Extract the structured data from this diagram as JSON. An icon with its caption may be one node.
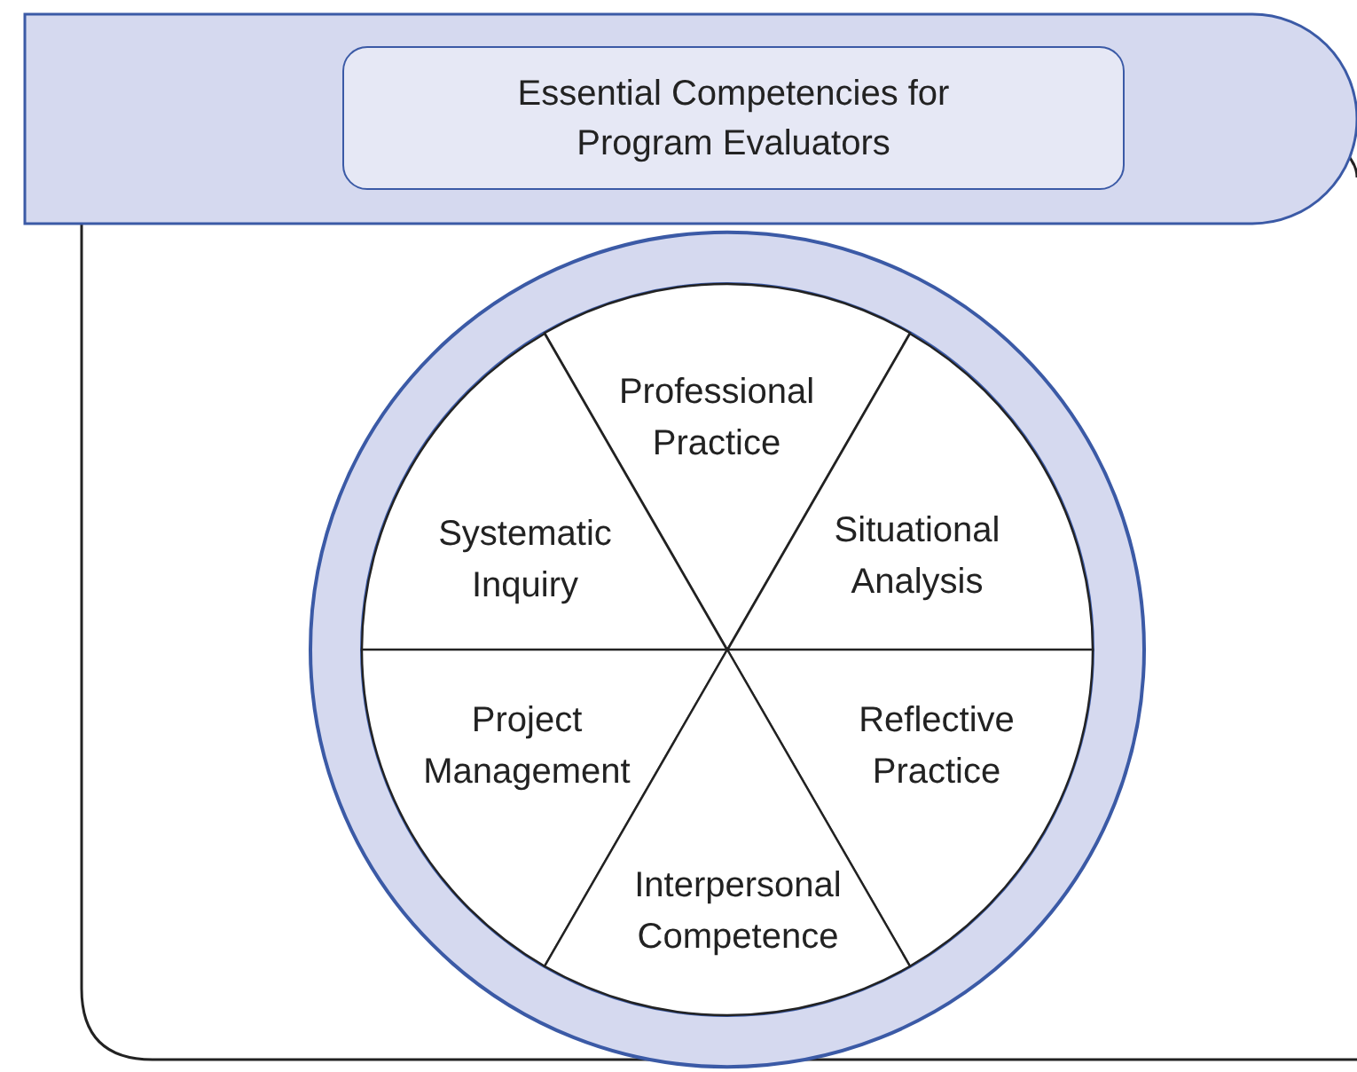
{
  "diagram": {
    "nodes": [
      {
        "text": [
          "Essential Competencies for Program Evaluators"
        ]
      },
      {
        "text": [],
        "shape": "circle"
      },
      {
        "text": [
          "Professional Practice"
        ],
        "in": 1
      },
      {
        "text": [
          "Systematic Inquiry"
        ],
        "in": 1
      },
      {
        "text": [
          "Situational Analysis"
        ],
        "in": 1
      },
      {
        "text": [
          "Project Management"
        ],
        "in": 1
      },
      {
        "text": [
          "Reflective Practice"
        ],
        "in": 1
      },
      {
        "text": [
          "Interpersonal Competence"
        ],
        "in": 1
      }
    ]
  }
}
